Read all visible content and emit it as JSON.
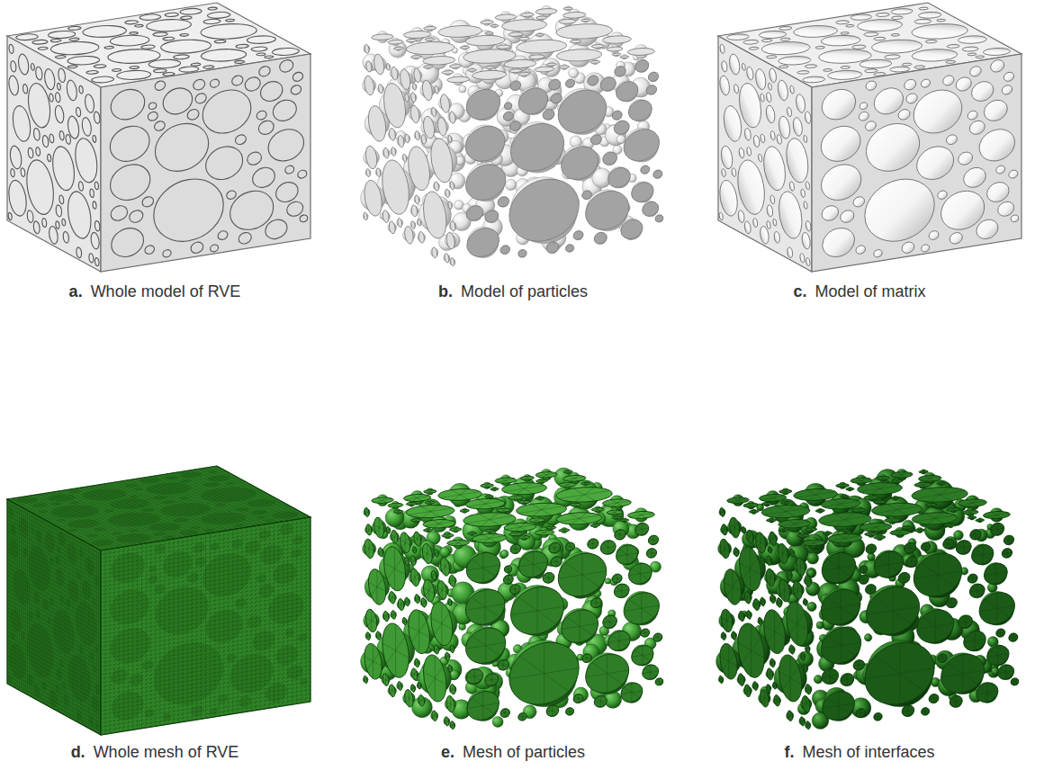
{
  "diagram": {
    "labels": [
      "a.",
      "Whole model of RVE",
      "b.",
      "Model of particles",
      "c.",
      "Model of matrix",
      "d.",
      "Whole mesh of RVE",
      "e.",
      "Mesh of particles",
      "f.",
      "Mesh of interfaces"
    ]
  }
}
